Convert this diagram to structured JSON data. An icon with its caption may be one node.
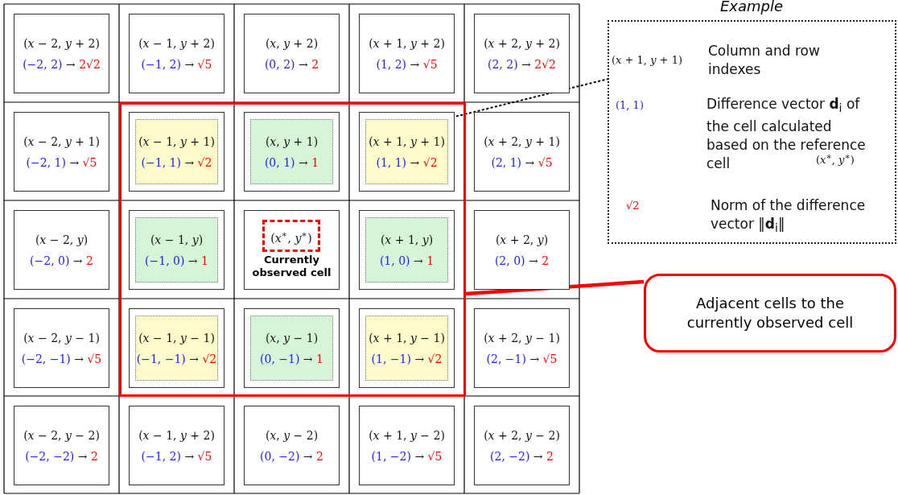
{
  "diagram": {
    "nodes": [
      {
        "text": [],
        "shape": "box"
      },
      {
        "text": [
          "(*x* − 2, *y* + 2)",
          "(−2, 2) → 2√2"
        ]
      },
      {
        "text": [
          "(*x* − 1, *y* + 2)",
          "(−1, 2) → √5"
        ]
      },
      {
        "text": [
          "(*x*, *y* + 2)",
          "(0, 2) → 2"
        ]
      },
      {
        "text": [
          "(*x* + 1, *y* + 2)",
          "(1, 2) → √5"
        ]
      },
      {
        "text": [
          "(*x* + 2, *y* + 2)",
          "(2, 2) → 2√2"
        ]
      },
      {
        "text": [
          "(*x* − 2, *y* + 1)",
          "(−2, 1) → √5"
        ]
      },
      {
        "text": [
          "(*x* − 1, *y* + 1)",
          "(−1, 1) → √2"
        ],
        "in": 0
      },
      {
        "text": [
          "(*x*, *y* + 1)",
          "(0, 1) → 1"
        ],
        "in": 0
      },
      {
        "text": [
          "(*x* + 1, *y* + 1)",
          "(1, 1) → √2"
        ],
        "in": 0
      },
      {
        "text": [
          "(*x* + 2, *y* + 1)",
          "(2, 1) → √5"
        ]
      },
      {
        "text": [
          "(*x* − 2, *y*)",
          "(−2, 0) → 2"
        ]
      },
      {
        "text": [
          "(*x* − 1, *y*)",
          "(−1, 0) → 1"
        ],
        "in": 0
      },
      {
        "text": [
          "Currently observed cell"
        ],
        "in": 0
      },
      {
        "text": [
          "(*x* + 1, *y*)",
          "(1, 0) → 1"
        ],
        "in": 0
      },
      {
        "text": [
          "(*x* + 2, *y*)",
          "(2, 0) → 2"
        ]
      },
      {
        "text": [
          "(*x* − 2, *y* − 1)",
          "(−2, −1) → √5"
        ]
      },
      {
        "text": [
          "(*x* − 1, *y* − 1)",
          "(−1, −1) → √2"
        ],
        "in": 0
      },
      {
        "text": [
          "(*x*, *y* − 1)",
          "(0, −1) → 1"
        ],
        "in": 0
      },
      {
        "text": [
          "(*x* + 1, *y* − 1)",
          "(1, −1) → √2"
        ],
        "in": 0
      },
      {
        "text": [
          "(*x* + 2, *y* − 1)",
          "(2, −1) → √5"
        ]
      },
      {
        "text": [
          "(*x* − 2, *y* − 2)",
          "(−2, −2) → 2"
        ]
      },
      {
        "text": [
          "(*x* − 1, *y* + 2)",
          "(−1, 2) → √5"
        ]
      },
      {
        "text": [
          "(*x*, *y* − 2)",
          "(0, −2) → 2"
        ]
      },
      {
        "text": [
          "(*x* + 1, *y* − 2)",
          "(1, −2) → √5"
        ]
      },
      {
        "text": [
          "(*x* + 2, *y* − 2)",
          "(2, −2) → 2"
        ]
      },
      {
        "text": [
          "(*x*$^{∗}$, *y*$^{∗}$)"
        ],
        "in": 13
      },
      {
        "text": [
          "Adjacent cells to the currently observed cell"
        ]
      },
      {
        "text": [
          "Example"
        ]
      }
    ],
    "edges": [
      {
        "from": 0,
        "to": 27,
        "arrow": "none",
        "style": "thick",
        "color": "#ff0000"
      },
      {
        "from": 28,
        "to": 9,
        "arrow": "none",
        "style": "dashed",
        "color": "#000000"
      }
    ],
    "labels": [
      "(*x* + 1, *y* + 1)",
      "Column and row indexes",
      "(1, 1)",
      "Difference vector **d**$_{i}$ of the cell calculated based on the reference cell",
      "(*x*$^{∗}$, *y*$^{∗}$)",
      "√2",
      "Norm of the difference vector ‖**d**$_{i}$‖"
    ]
  }
}
